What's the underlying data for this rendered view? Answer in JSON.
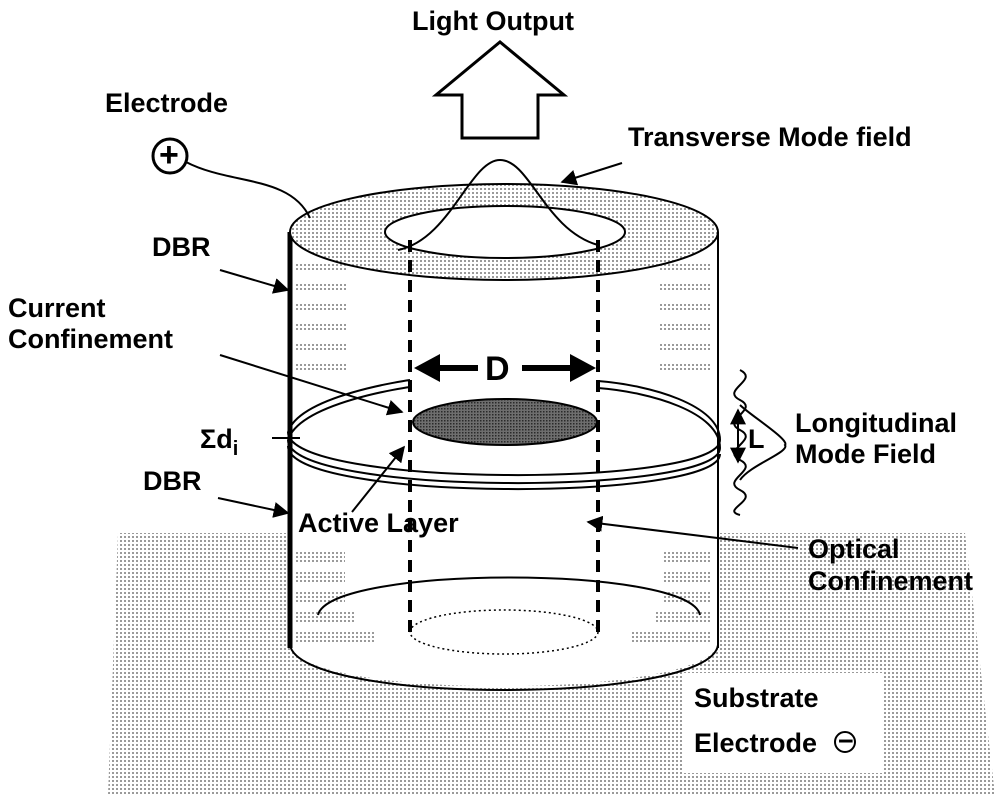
{
  "labels": {
    "light_output": "Light Output",
    "electrode": "Electrode",
    "plus_sign": "+",
    "transverse_mode_field": "Transverse Mode field",
    "dbr_top": "DBR",
    "current_line1": "Current",
    "current_line2": "Confinement",
    "dimension_d": "D",
    "sum_d": "Σd",
    "sum_d_sub": "i",
    "longitudinal_line1": "Longitudinal",
    "longitudinal_line2": "Mode Field",
    "length_l": "L",
    "dbr_bottom": "DBR",
    "active_layer": "Active Layer",
    "optical_line1": "Optical",
    "optical_line2": "Confinement",
    "substrate": "Substrate",
    "substrate_electrode": "Electrode",
    "minus_sign": "−"
  },
  "colors": {
    "ink": "#000000",
    "paper": "#ffffff",
    "shade": "#d9d9d9",
    "active_layer_fill": "#8a8a8a"
  }
}
